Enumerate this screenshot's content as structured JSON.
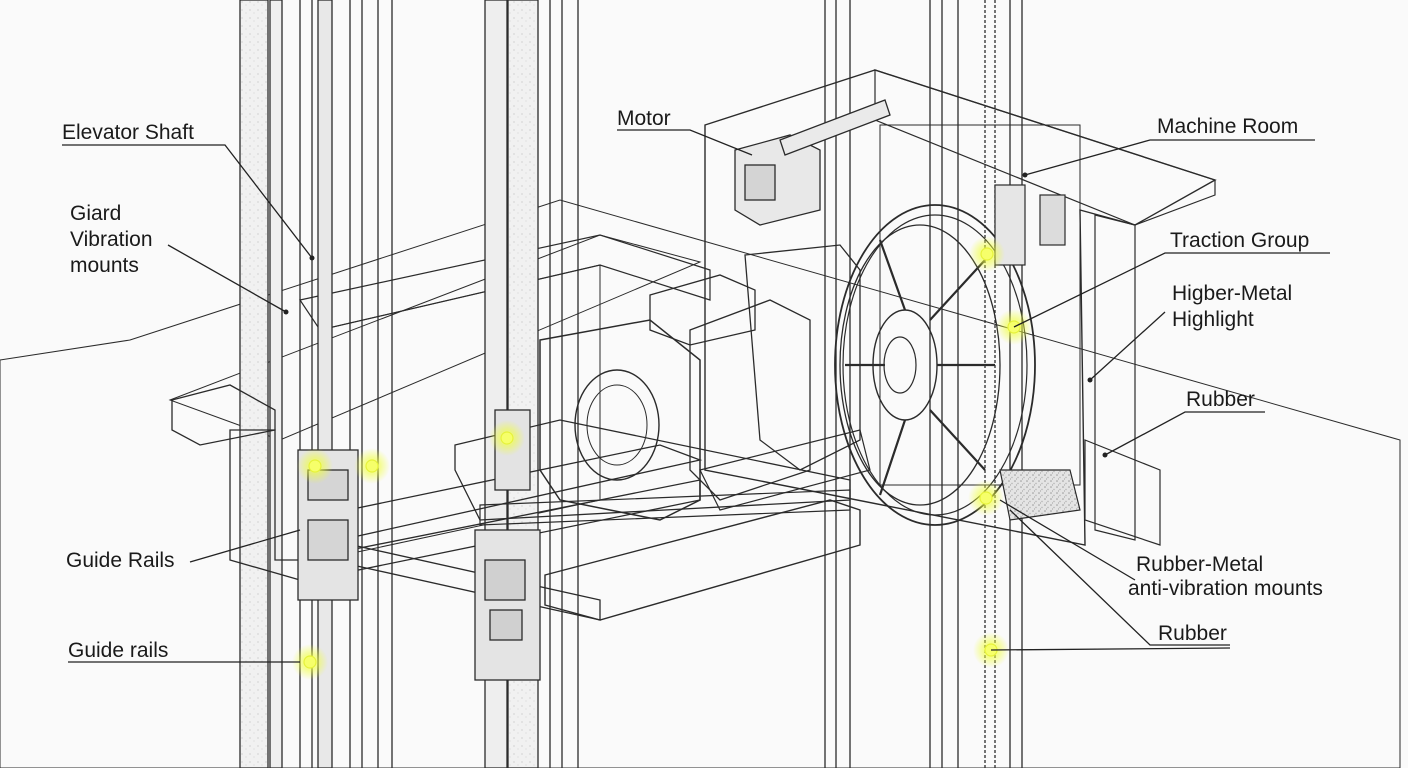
{
  "labels": {
    "elevator_shaft": "Elevator Shaft",
    "giard_l1": "Giard",
    "giard_l2": "Vibration",
    "giard_l3": "mounts",
    "guide_rails_upper": "Guide Rails",
    "guide_rails_lower": "Guide rails",
    "motor": "Motor",
    "machine_room": "Machine Room",
    "traction_group": "Traction Group",
    "higber_l1": "Higber-Metal",
    "higber_l2": "Highlight",
    "rubber_upper": "Rubber",
    "rubber_metal_l1": "Rubber-Metal",
    "rubber_metal_l2": "anti-vibration mounts",
    "rubber_lower": "Rubber"
  },
  "colors": {
    "ink": "#2b2b2b",
    "highlight": "#f3ff4a",
    "paper": "#fafafa",
    "shade": "#c9c9c9"
  }
}
